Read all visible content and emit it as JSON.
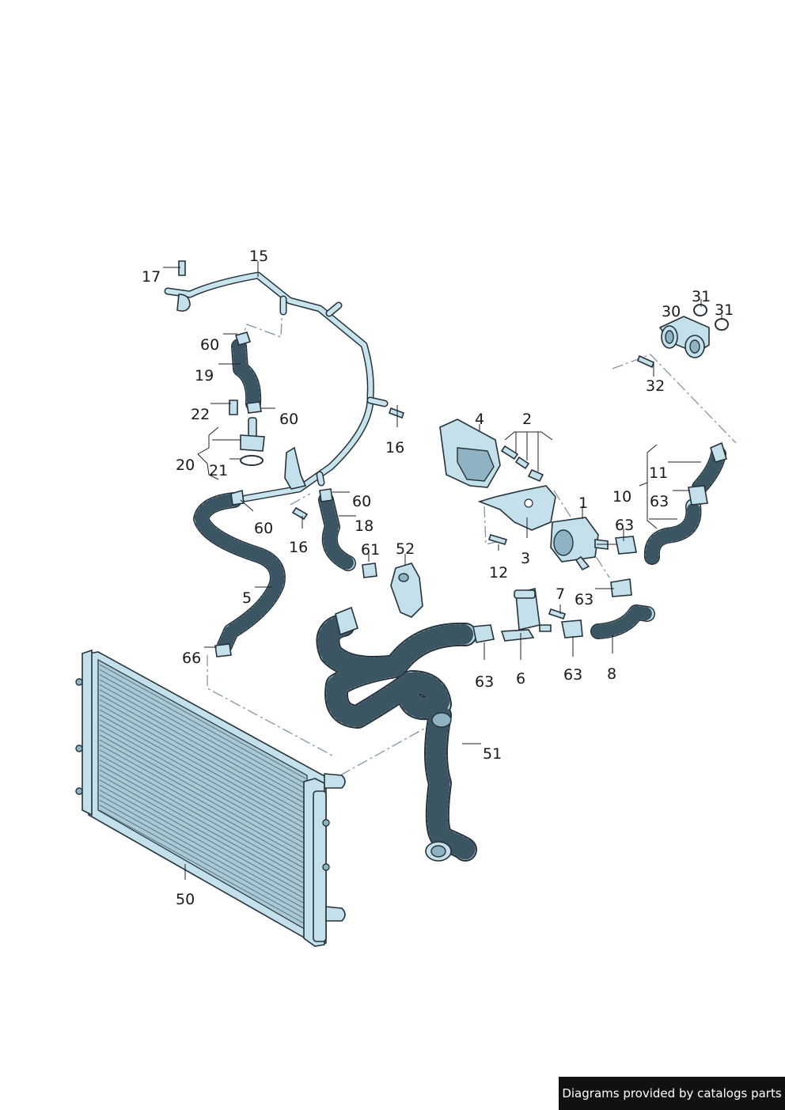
{
  "callouts": {
    "c1": "1",
    "c2": "2",
    "c3": "3",
    "c4": "4",
    "c5": "5",
    "c6": "6",
    "c7": "7",
    "c8": "8",
    "c10": "10",
    "c11": "11",
    "c12": "12",
    "c15": "15",
    "c16a": "16",
    "c16b": "16",
    "c17": "17",
    "c18": "18",
    "c19": "19",
    "c20": "20",
    "c21": "21",
    "c22": "22",
    "c30": "30",
    "c31a": "31",
    "c31b": "31",
    "c32": "32",
    "c50": "50",
    "c51": "51",
    "c52": "52",
    "c60a": "60",
    "c60b": "60",
    "c60c": "60",
    "c60d": "60",
    "c61": "61",
    "c63a": "63",
    "c63b": "63",
    "c63c": "63",
    "c63d": "63",
    "c63e": "63",
    "c66": "66"
  },
  "footer": {
    "text": "Diagrams provided by catalogs parts"
  },
  "colors": {
    "hose_fill": "#b9dce7",
    "outline": "#26323b",
    "dash_line": "#7f97a8",
    "footer_bg": "#111111"
  }
}
